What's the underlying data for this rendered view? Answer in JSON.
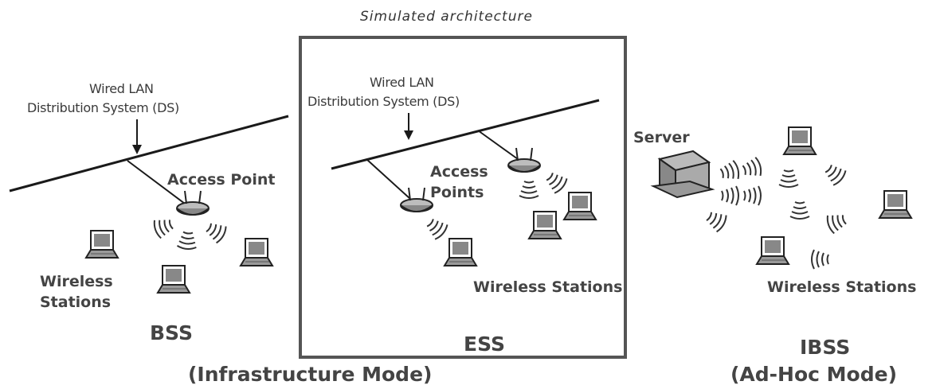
{
  "caption": "Simulated architecture",
  "bss": {
    "ds_line1": "Wired LAN",
    "ds_line2": "Distribution System (DS)",
    "access_point": "Access Point",
    "stations_line1": "Wireless",
    "stations_line2": "Stations",
    "title": "BSS"
  },
  "ess": {
    "ds_line1": "Wired LAN",
    "ds_line2": "Distribution System (DS)",
    "access_points_line1": "Access",
    "access_points_line2": "Points",
    "stations": "Wireless Stations",
    "title": "ESS"
  },
  "ibss": {
    "server": "Server",
    "stations": "Wireless Stations",
    "title": "IBSS",
    "mode": "(Ad-Hoc Mode)"
  },
  "infrastructure_mode": "(Infrastructure Mode)",
  "colors": {
    "line": "#1a1a1a",
    "box": "#555555",
    "device": "#777777"
  }
}
